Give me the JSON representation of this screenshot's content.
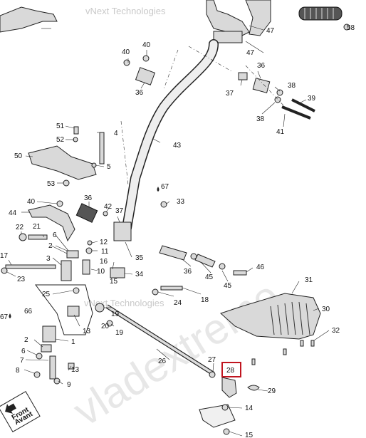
{
  "watermarks": [
    {
      "text": "vNext Technologies",
      "style": "small"
    },
    {
      "text": "vNext Technologies",
      "style": "small"
    },
    {
      "text": "vladextreme",
      "style": "large"
    }
  ],
  "highlight": {
    "callout": "28",
    "color": "#c0151f"
  },
  "front_marker": {
    "line1": "Front",
    "line2": "Avant",
    "icon": "arrow-icon"
  },
  "callouts": {
    "c4": "4",
    "c5": "5",
    "c6a": "6",
    "c6b": "6",
    "c7": "7",
    "c8": "8",
    "c9": "9",
    "c10": "10",
    "c11": "11",
    "c12": "12",
    "c13": "13",
    "c14": "14",
    "c15": "15",
    "c16": "16",
    "c17": "17",
    "c18": "18",
    "c19": "19",
    "c20": "20",
    "c21": "21",
    "c22": "22",
    "c23": "23",
    "c24": "24",
    "c25": "25",
    "c26": "26",
    "c27": "27",
    "c28": "28",
    "c29": "29",
    "c30": "30",
    "c31": "31",
    "c32": "32",
    "c33": "33",
    "c34": "34",
    "c35": "35",
    "c36a": "36",
    "c36b": "36",
    "c36c": "36",
    "c36d": "36",
    "c37a": "37",
    "c37b": "37",
    "c38a": "38",
    "c38b": "38",
    "c39": "39",
    "c40a": "40",
    "c40b": "40",
    "c40c": "40",
    "c41": "41",
    "c42": "42",
    "c43": "43",
    "c44": "44",
    "c45a": "45",
    "c45b": "45",
    "c46": "46",
    "c47a": "47",
    "c47b": "47",
    "c50": "50",
    "c51": "51",
    "c52": "52",
    "c53": "53",
    "c58": "58",
    "c66": "66",
    "c67a": "67",
    "c67b": "67",
    "c1": "1",
    "c2a": "2",
    "c2b": "2",
    "c3": "3"
  }
}
